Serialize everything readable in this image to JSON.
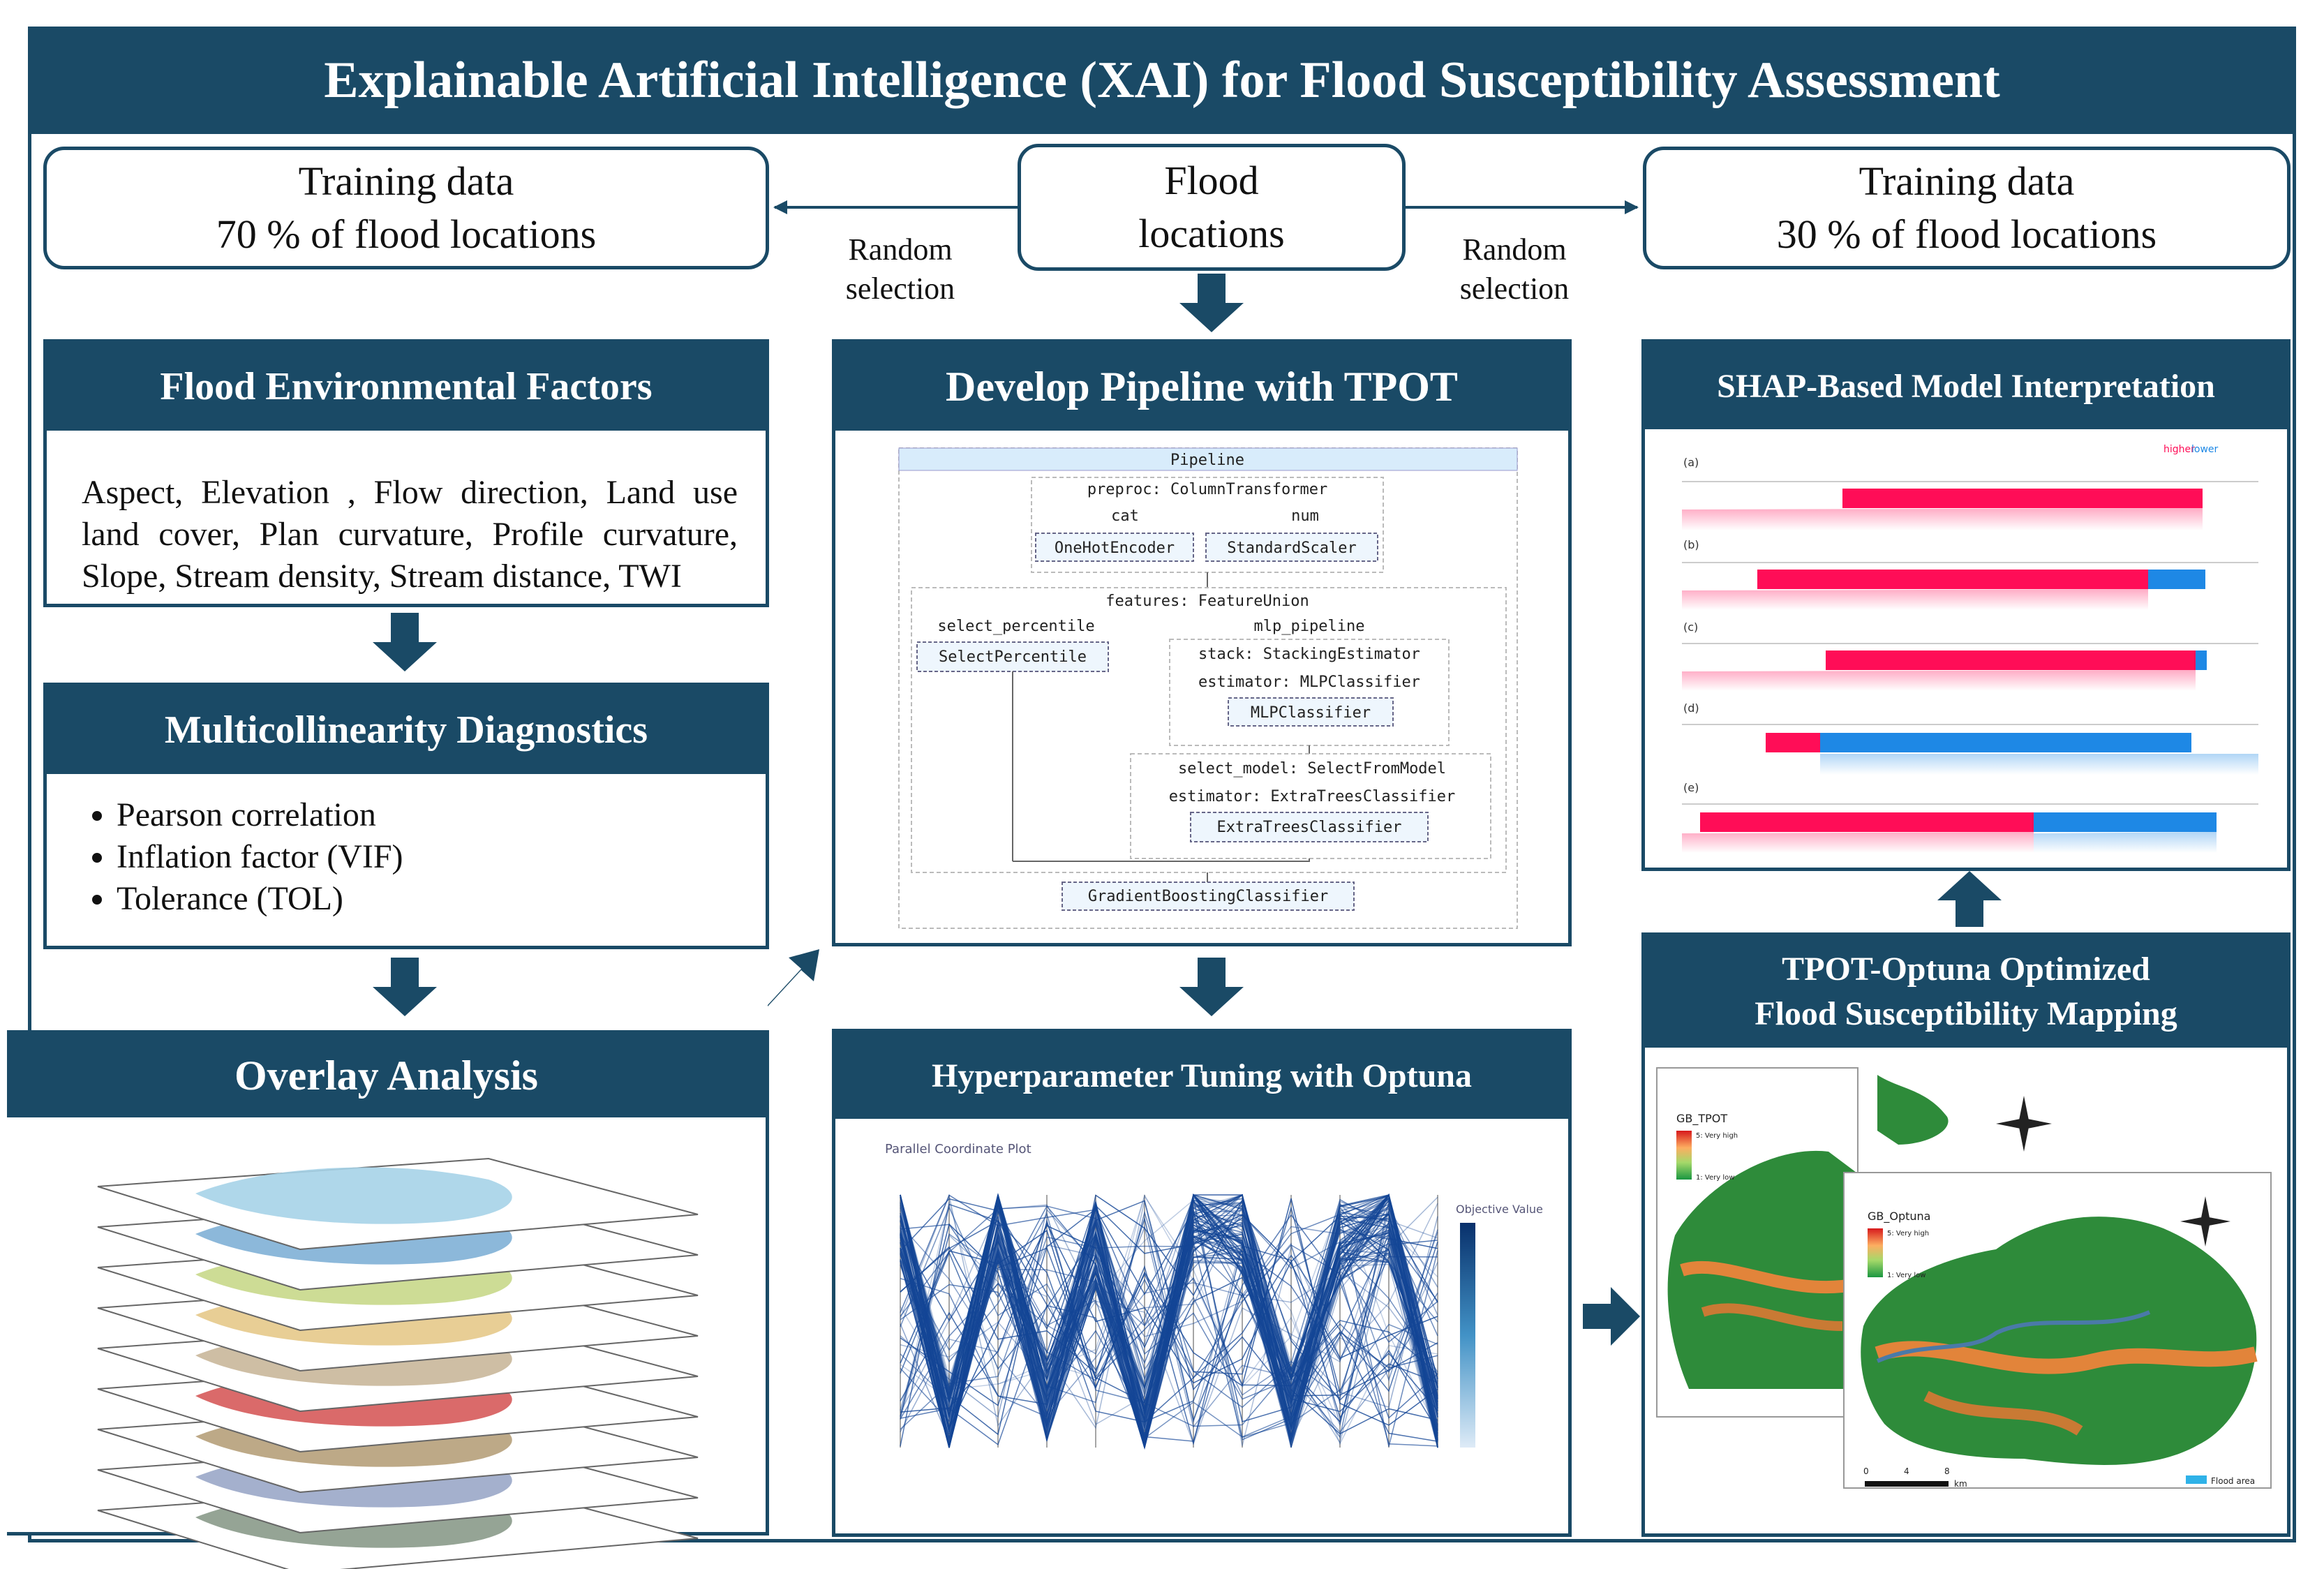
{
  "title": "Explainable Artificial Intelligence (XAI) for Flood Susceptibility Assessment",
  "flood_locations": {
    "line1": "Flood",
    "line2": "locations"
  },
  "training_left": {
    "line1": "Training data",
    "line2": "70 % of flood locations"
  },
  "training_right": {
    "line1": "Training data",
    "line2": "30 % of flood locations"
  },
  "random_left": {
    "line1": "Random",
    "line2": "selection"
  },
  "random_right": {
    "line1": "Random",
    "line2": "selection"
  },
  "factors": {
    "title": "Flood Environmental Factors",
    "text": "Aspect, Elevation , Flow direction, Land use land cover, Plan curvature, Profile curvature, Slope, Stream density, Stream distance, TWI"
  },
  "multicollinearity": {
    "title": "Multicollinearity Diagnostics",
    "items": [
      "Pearson correlation",
      "Inflation factor (VIF)",
      "Tolerance (TOL)"
    ]
  },
  "overlay": {
    "title": "Overlay Analysis"
  },
  "pipeline": {
    "title": "Develop Pipeline with TPOT",
    "header": "Pipeline",
    "preproc": "preproc: ColumnTransformer",
    "cat": "cat",
    "num": "num",
    "onehot": "OneHotEncoder",
    "scaler": "StandardScaler",
    "features": "features: FeatureUnion",
    "select_percentile_label": "select_percentile",
    "select_percentile_box": "SelectPercentile",
    "mlp_pipeline": "mlp_pipeline",
    "stack": "stack: StackingEstimator",
    "estimator_mlp": "estimator: MLPClassifier",
    "mlp_box": "MLPClassifier",
    "select_model": "select_model: SelectFromModel",
    "estimator_et": "estimator: ExtraTreesClassifier",
    "et_box": "ExtraTreesClassifier",
    "gb_box": "GradientBoostingClassifier"
  },
  "optuna": {
    "title": "Hyperparameter Tuning with Optuna",
    "plot_title": "Parallel Coordinate Plot",
    "colorbar_title": "Objective Value"
  },
  "shap": {
    "title": "SHAP-Based Model Interpretation",
    "panels": [
      "(a)",
      "(b)",
      "(c)",
      "(d)",
      "(e)"
    ],
    "higher": "higher",
    "lower": "lower"
  },
  "mapping": {
    "title_line1": "TPOT-Optuna Optimized",
    "title_line2": "Flood Susceptibility Mapping",
    "map1_title": "GB_TPOT",
    "map1_high": "5: Very high",
    "map1_low": "1: Very low",
    "map2_title": "GB_Optuna",
    "map2_high": "5: Very high",
    "map2_low": "1: Very low",
    "flood_area": "Flood area",
    "scale_ticks": [
      "0",
      "4",
      "8"
    ],
    "scale_unit": "km"
  },
  "colors": {
    "navy": "#1a4a66",
    "shap_red": "#ff0d57",
    "shap_blue": "#1e88e5",
    "optuna_blue": "#1f5fa8"
  }
}
